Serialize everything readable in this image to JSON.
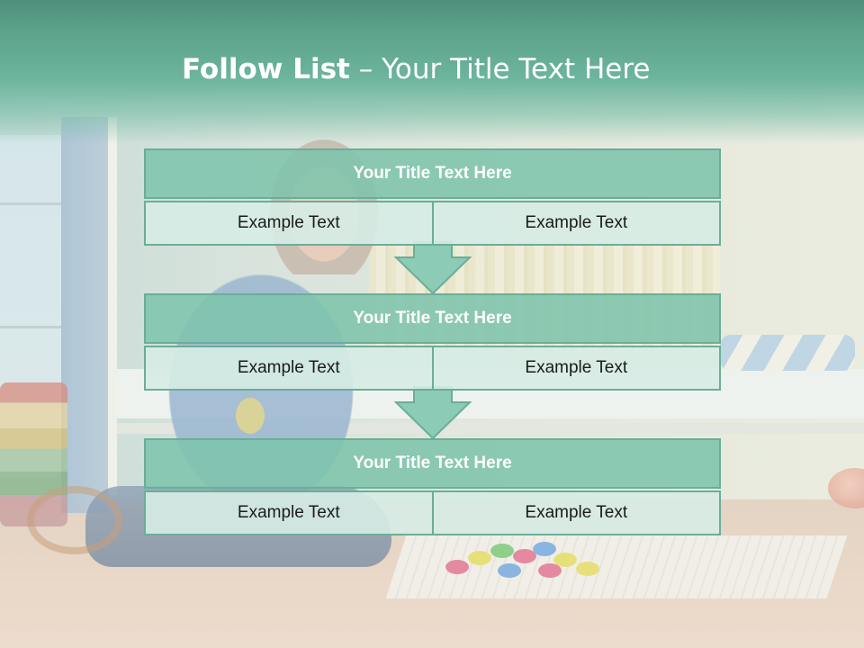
{
  "slide": {
    "title_bold": "Follow List",
    "title_rest": "– Your Title Text Here"
  },
  "blocks": [
    {
      "title": "Your Title Text Here",
      "cells": [
        "Example Text",
        "Example Text"
      ]
    },
    {
      "title": "Your Title Text Here",
      "cells": [
        "Example Text",
        "Example Text"
      ]
    },
    {
      "title": "Your Title Text Here",
      "cells": [
        "Example Text",
        "Example Text"
      ]
    }
  ],
  "colors": {
    "title_band": "#5fa48d",
    "block_header": "#7ec4ac",
    "cell_fill": "#d6ece4",
    "border": "#6aae98",
    "arrow": "#8ccbb6"
  },
  "icons": [
    "down-arrow-icon",
    "down-arrow-icon"
  ]
}
